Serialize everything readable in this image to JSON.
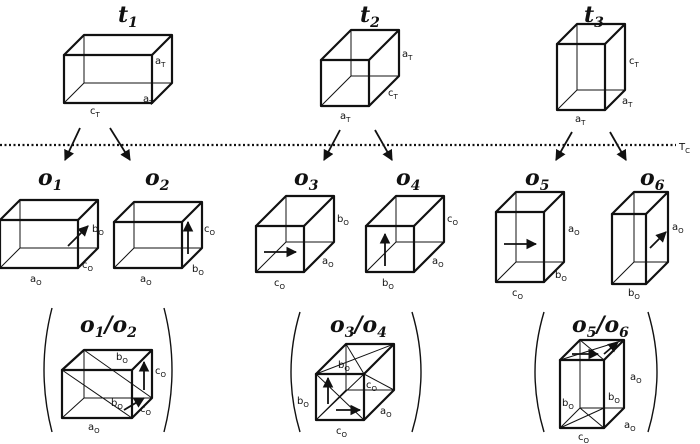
{
  "tc_label": "T",
  "tc_sub": "C",
  "tetragonal": [
    {
      "base": "t",
      "sub": "1",
      "labels": [
        {
          "t": "a",
          "s": "T"
        },
        {
          "t": "a",
          "s": "T"
        },
        {
          "t": "c",
          "s": "T"
        }
      ]
    },
    {
      "base": "t",
      "sub": "2",
      "labels": [
        {
          "t": "a",
          "s": "T"
        },
        {
          "t": "c",
          "s": "T"
        },
        {
          "t": "a",
          "s": "T"
        }
      ]
    },
    {
      "base": "t",
      "sub": "3",
      "labels": [
        {
          "t": "c",
          "s": "T"
        },
        {
          "t": "a",
          "s": "T"
        },
        {
          "t": "a",
          "s": "T"
        }
      ]
    }
  ],
  "orthorhombic": [
    {
      "base": "o",
      "sub": "1",
      "labels": [
        {
          "t": "b",
          "s": "O"
        },
        {
          "t": "c",
          "s": "O"
        },
        {
          "t": "a",
          "s": "O"
        }
      ]
    },
    {
      "base": "o",
      "sub": "2",
      "labels": [
        {
          "t": "c",
          "s": "O"
        },
        {
          "t": "b",
          "s": "O"
        },
        {
          "t": "a",
          "s": "O"
        }
      ]
    },
    {
      "base": "o",
      "sub": "3",
      "labels": [
        {
          "t": "b",
          "s": "O"
        },
        {
          "t": "a",
          "s": "O"
        },
        {
          "t": "c",
          "s": "O"
        }
      ]
    },
    {
      "base": "o",
      "sub": "4",
      "labels": [
        {
          "t": "c",
          "s": "O"
        },
        {
          "t": "a",
          "s": "O"
        },
        {
          "t": "b",
          "s": "O"
        }
      ]
    },
    {
      "base": "o",
      "sub": "5",
      "labels": [
        {
          "t": "a",
          "s": "O"
        },
        {
          "t": "b",
          "s": "O"
        },
        {
          "t": "c",
          "s": "O"
        }
      ]
    },
    {
      "base": "o",
      "sub": "6",
      "labels": [
        {
          "t": "a",
          "s": "O"
        },
        {
          "t": "b",
          "s": "O"
        }
      ]
    }
  ],
  "twins": [
    {
      "a": "o",
      "as": "1",
      "b": "o",
      "bs": "2",
      "labels": [
        {
          "t": "b",
          "s": "O"
        },
        {
          "t": "c",
          "s": "O"
        },
        {
          "t": "b",
          "s": "O"
        },
        {
          "t": "c",
          "s": "O"
        },
        {
          "t": "a",
          "s": "O"
        }
      ]
    },
    {
      "a": "o",
      "as": "3",
      "b": "o",
      "bs": "4",
      "labels": [
        {
          "t": "b",
          "s": "O"
        },
        {
          "t": "c",
          "s": "O"
        },
        {
          "t": "b",
          "s": "O"
        },
        {
          "t": "a",
          "s": "O"
        },
        {
          "t": "c",
          "s": "O"
        }
      ]
    },
    {
      "a": "o",
      "as": "5",
      "b": "o",
      "bs": "6",
      "labels": [
        {
          "t": "a",
          "s": "O"
        },
        {
          "t": "b",
          "s": "O"
        },
        {
          "t": "b",
          "s": "O"
        },
        {
          "t": "a",
          "s": "O"
        },
        {
          "t": "c",
          "s": "O"
        }
      ]
    }
  ]
}
